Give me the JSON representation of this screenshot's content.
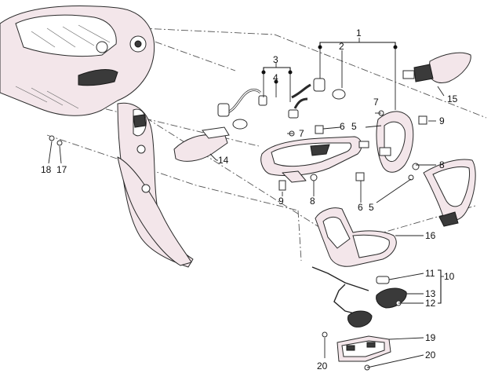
{
  "diagram": {
    "callouts": {
      "c1": "1",
      "c2": "2",
      "c3": "3",
      "c4": "4",
      "c5a": "5",
      "c5b": "5",
      "c6a": "6",
      "c6b": "6",
      "c7a": "7",
      "c7b": "7",
      "c8a": "8",
      "c8b": "8",
      "c9a": "9",
      "c9b": "9",
      "c10": "10",
      "c11": "11",
      "c12": "12",
      "c13": "13",
      "c14": "14",
      "c15": "15",
      "c16": "16",
      "c17": "17",
      "c18": "18",
      "c19": "19",
      "c20a": "20",
      "c20b": "20"
    }
  }
}
